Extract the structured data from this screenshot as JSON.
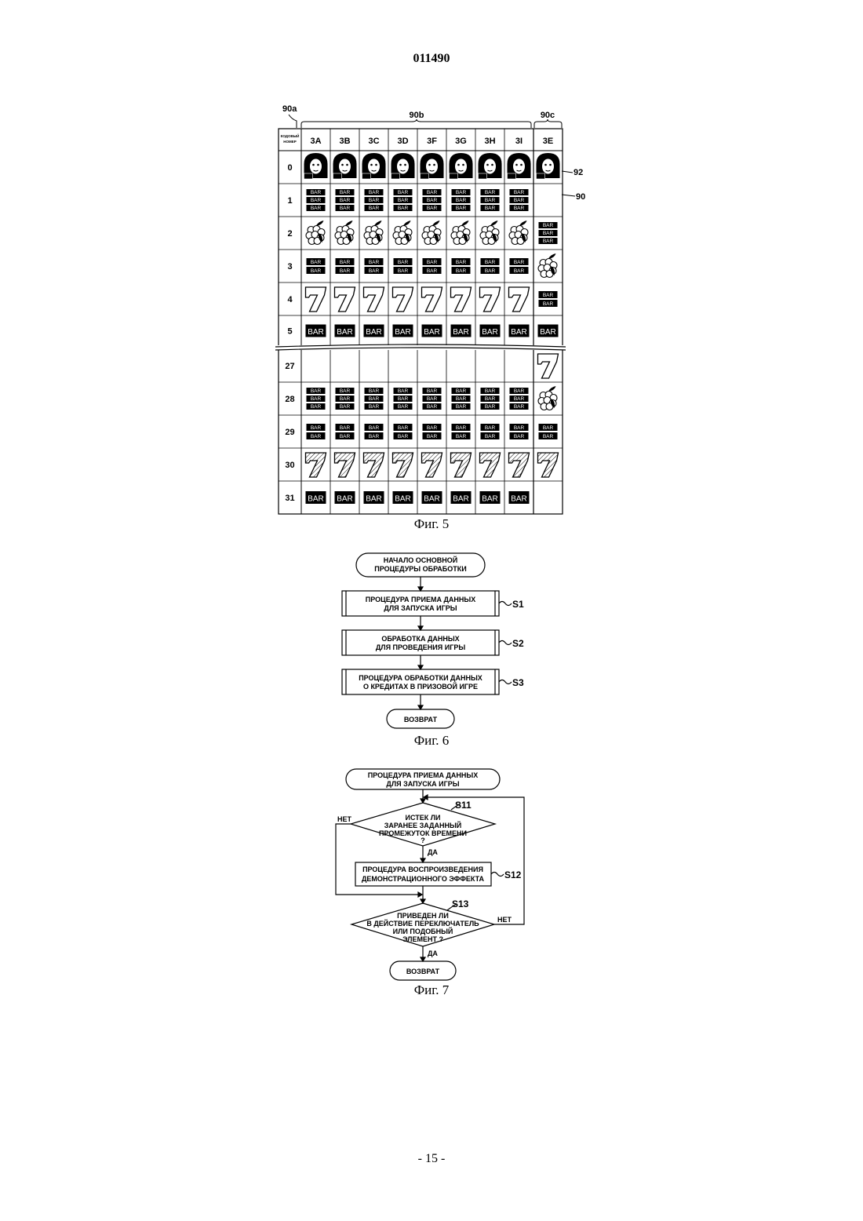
{
  "header": {
    "doc_number": "011490"
  },
  "footer": {
    "page": "- 15 -"
  },
  "fig5": {
    "caption": "Фиг. 5",
    "labels": {
      "left": "90a",
      "middle": "90b",
      "right": "90c",
      "pointer92": "92",
      "pointer90": "90"
    },
    "code_header": "КОДОВЫЙ НОМЕР",
    "columns": [
      "3A",
      "3B",
      "3C",
      "3D",
      "3F",
      "3G",
      "3H",
      "3I",
      "3E"
    ],
    "bar_text": "BAR",
    "rows": [
      {
        "code": "0",
        "normal": "head",
        "last": "head"
      },
      {
        "code": "1",
        "normal": "bar3",
        "last": ""
      },
      {
        "code": "2",
        "normal": "grape",
        "last": "bar3"
      },
      {
        "code": "3",
        "normal": "bar2",
        "last": "grape"
      },
      {
        "code": "4",
        "normal": "seven",
        "last": "bar2"
      },
      {
        "code": "5",
        "normal": "bar1",
        "last": "bar1"
      },
      {
        "code": "27",
        "normal": "",
        "last": "seven"
      },
      {
        "code": "28",
        "normal": "bar3",
        "last": "grape"
      },
      {
        "code": "29",
        "normal": "bar2",
        "last": "bar2"
      },
      {
        "code": "30",
        "normal": "seven_hatched",
        "last": "seven_hatched"
      },
      {
        "code": "31",
        "normal": "bar1",
        "last": ""
      }
    ]
  },
  "fig6": {
    "caption": "Фиг. 6",
    "start_line1": "НАЧАЛО ОСНОВНОЙ",
    "start_line2": "ПРОЦЕДУРЫ ОБРАБОТКИ",
    "s1_line1": "ПРОЦЕДУРА ПРИЕМА ДАННЫХ",
    "s1_line2": "ДЛЯ ЗАПУСКА ИГРЫ",
    "s1_label": "S1",
    "s2_line1": "ОБРАБОТКА ДАННЫХ",
    "s2_line2": "ДЛЯ ПРОВЕДЕНИЯ ИГРЫ",
    "s2_label": "S2",
    "s3_line1": "ПРОЦЕДУРА ОБРАБОТКИ ДАННЫХ",
    "s3_line2": "О КРЕДИТАХ В ПРИЗОВОЙ ИГРЕ",
    "s3_label": "S3",
    "end": "ВОЗВРАТ"
  },
  "fig7": {
    "caption": "Фиг. 7",
    "start_line1": "ПРОЦЕДУРА ПРИЕМА ДАННЫХ",
    "start_line2": "ДЛЯ ЗАПУСКА ИГРЫ",
    "s11_label": "S11",
    "s11_line1": "ИСТЕК ЛИ",
    "s11_line2": "ЗАРАНЕЕ ЗАДАННЫЙ",
    "s11_line3": "ПРОМЕЖУТОК ВРЕМЕНИ",
    "s11_line4": "?",
    "no": "НЕТ",
    "yes": "ДА",
    "s12_line1": "ПРОЦЕДУРА ВОСПРОИЗВЕДЕНИЯ",
    "s12_line2": "ДЕМОНСТРАЦИОННОГО ЭФФЕКТА",
    "s12_label": "S12",
    "s13_label": "S13",
    "s13_line1": "ПРИВЕДЕН ЛИ",
    "s13_line2": "В ДЕЙСТВИЕ ПЕРЕКЛЮЧАТЕЛЬ",
    "s13_line3": "ИЛИ ПОДОБНЫЙ",
    "s13_line4": "ЭЛЕМЕНТ ?",
    "end": "ВОЗВРАТ"
  }
}
